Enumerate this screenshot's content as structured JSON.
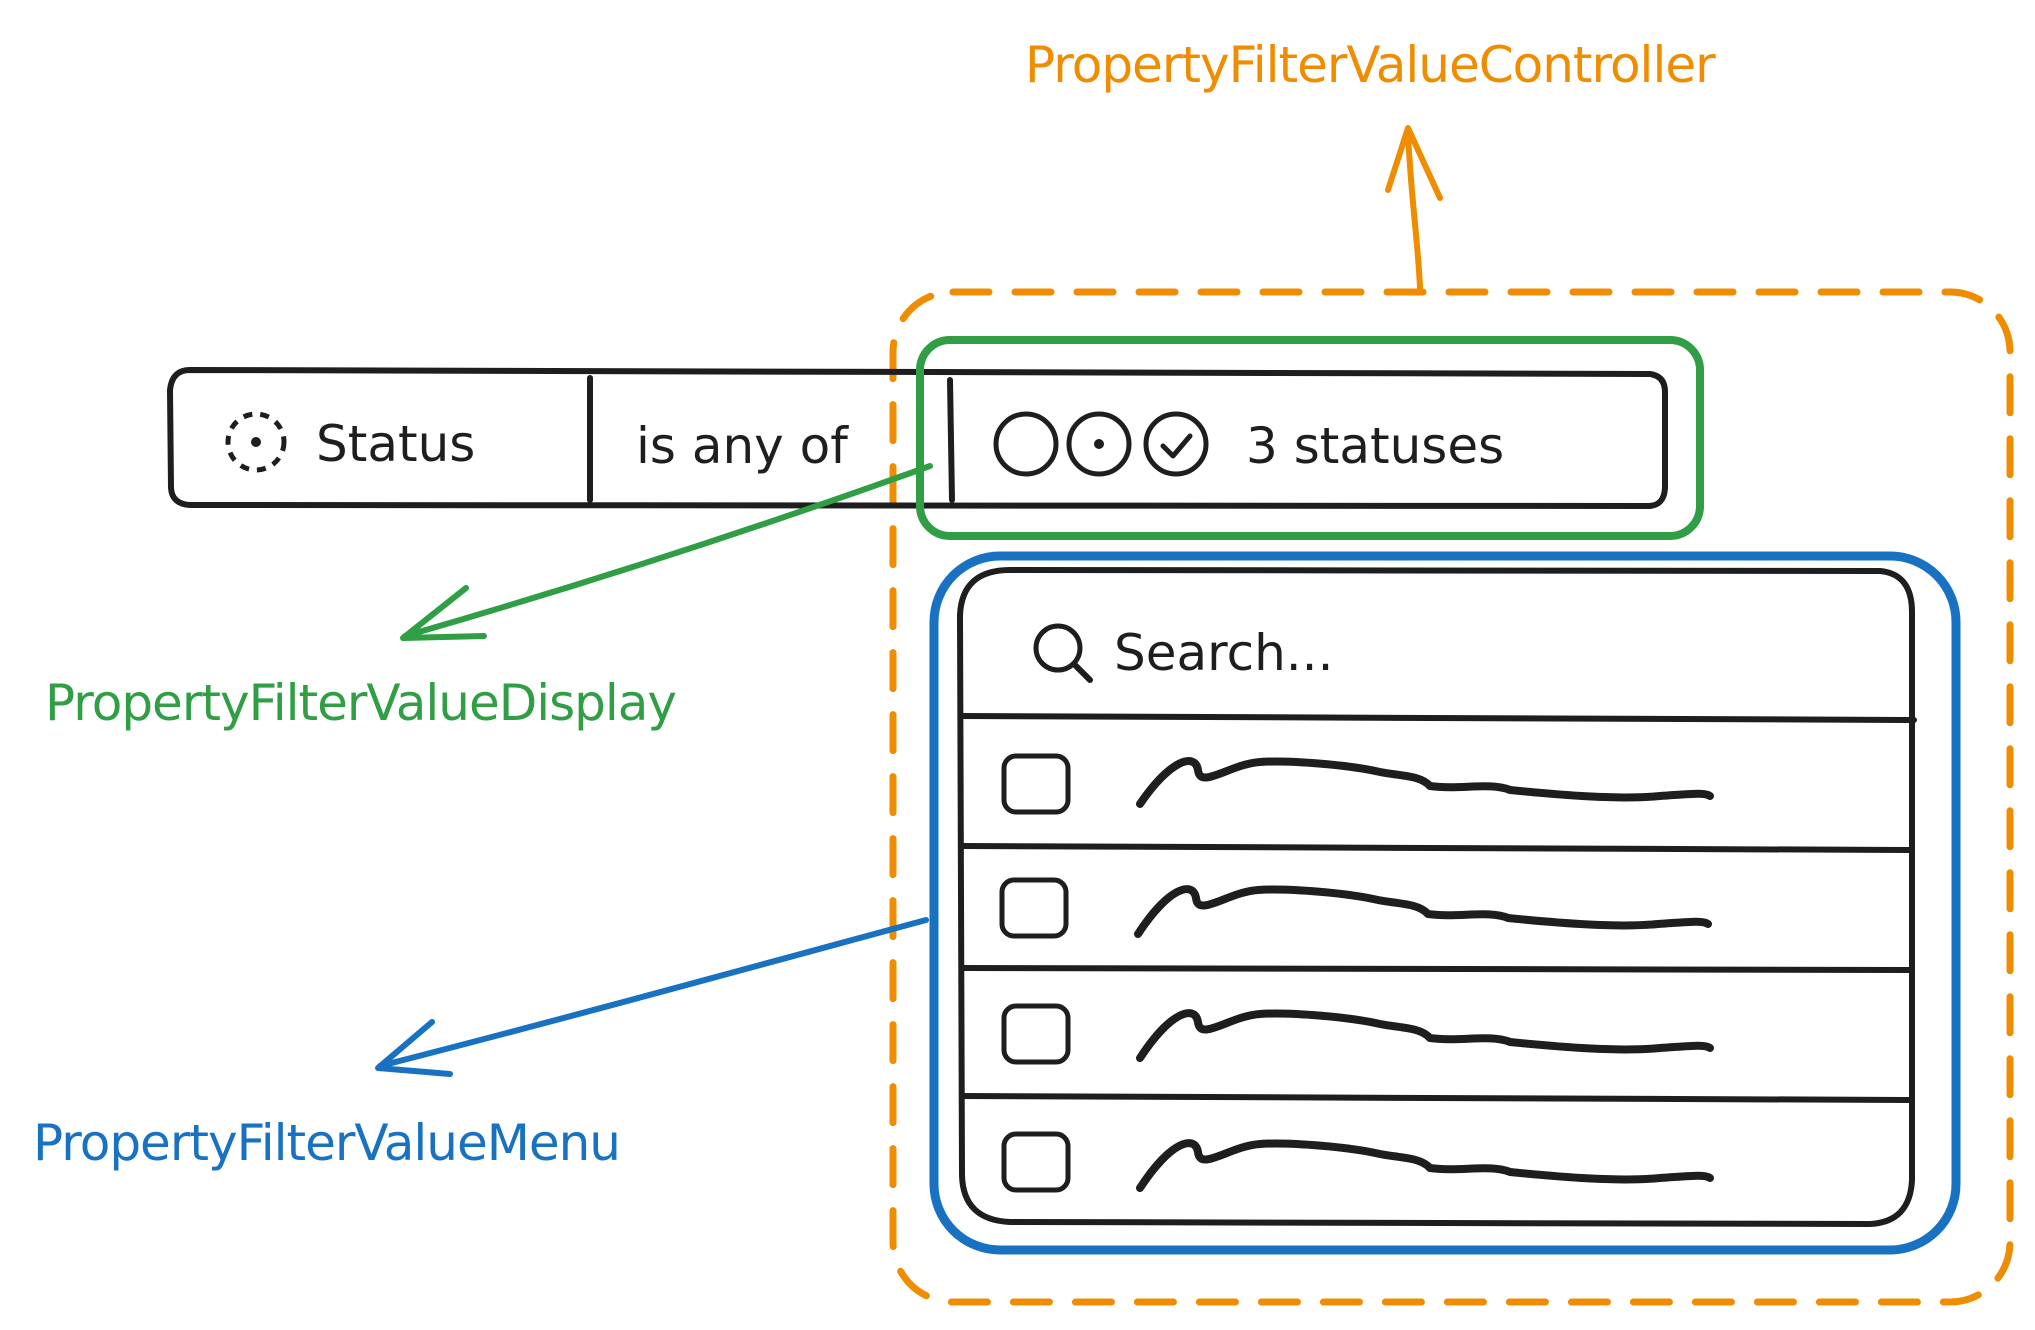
{
  "filter_bar": {
    "property": "Status",
    "operator": "is any of",
    "value": "3 statuses"
  },
  "menu": {
    "search_placeholder": "Search...",
    "row_count": 4
  },
  "labels": {
    "controller": "PropertyFilterValueController",
    "display": "PropertyFilterValueDisplay",
    "menu": "PropertyFilterValueMenu"
  },
  "colors": {
    "controller": "#f08c00",
    "display": "#2f9e44",
    "menu": "#1971c2",
    "ink": "#1e1e1e"
  },
  "icons": {
    "property": "status-dashed-circle-icon",
    "value_icons": [
      "empty-circle-icon",
      "dot-circle-icon",
      "check-circle-icon"
    ],
    "search": "search-icon",
    "row_checkbox": "checkbox-icon"
  }
}
